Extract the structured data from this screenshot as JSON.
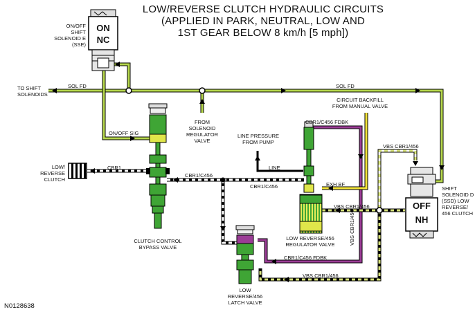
{
  "title": {
    "line1": "LOW/REVERSE CLUTCH HYDRAULIC CIRCUITS",
    "line2": "(APPLIED IN PARK, NEUTRAL, LOW AND",
    "line3": "1ST GEAR BELOW 8 km/h [5 mph])"
  },
  "labels": {
    "sse_l1": "ON/OFF",
    "sse_l2": "SHIFT",
    "sse_l3": "SOLENOID E",
    "sse_l4": "(SSE)",
    "sse_on": "ON",
    "sse_nc": "NC",
    "to_shift_l1": "TO SHIFT",
    "to_shift_l2": "SOLENOIDS",
    "sol_fd_1": "SOL FD",
    "sol_fd_2": "SOL FD",
    "onoff_sig": "ON/OFF SIG",
    "from_sol_l1": "FROM",
    "from_sol_l2": "SOLENOID",
    "from_sol_l3": "REGULATOR",
    "from_sol_l4": "VALVE",
    "backfill_l1": "CIRCUIT BACKFILL",
    "backfill_l2": "FROM MANUAL VALVE",
    "cbr1_fdbk_top": "CBR1/C456 FDBK",
    "line_pressure_l1": "LINE PRESSURE",
    "line_pressure_l2": "FROM PUMP",
    "line": "LINE",
    "vbs_top": "VBS CBR1/456",
    "low_rev_l1": "LOW/",
    "low_rev_l2": "REVERSE",
    "low_rev_l3": "CLUTCH",
    "cbr1": "CBR1",
    "cbr1_c456_a": "CBR1/C456",
    "cbr1_c456_b": "CBR1/C456",
    "exh_bf": "EXH BF",
    "vbs_mid": "VBS CBR1/456",
    "vbs_vert": "VBS CBR1/456",
    "ssd_off": "OFF",
    "ssd_nh": "NH",
    "ssd_l1": "SHIFT",
    "ssd_l2": "SOLENOID D",
    "ssd_l3": "(SSD) LOW",
    "ssd_l4": "REVERSE/",
    "ssd_l5": "456 CLUTCH",
    "ccbv_l1": "CLUTCH CONTROL",
    "ccbv_l2": "BYPASS VALVE",
    "reg_l1": "LOW REVERSE/456",
    "reg_l2": "REGULATOR VALVE",
    "cbr1_fdbk_bot": "CBR1/C456 FDBK",
    "vbs_bot": "VBS CBR1/456",
    "latch_l1": "LOW",
    "latch_l2": "REVERSE/456",
    "latch_l3": "LATCH VALVE",
    "figure_id": "N0128638"
  },
  "colors": {
    "sol_fd": "#b5d64c",
    "valve_green": "#3fa535",
    "valve_yellow": "#e0e64a",
    "fdbk_purple": "#9b3c96",
    "backfill_yellow": "#f2e33a",
    "vbs_dash": "#d7e27a",
    "line_black": "#000000",
    "valve_body": "#d8d8d8"
  }
}
